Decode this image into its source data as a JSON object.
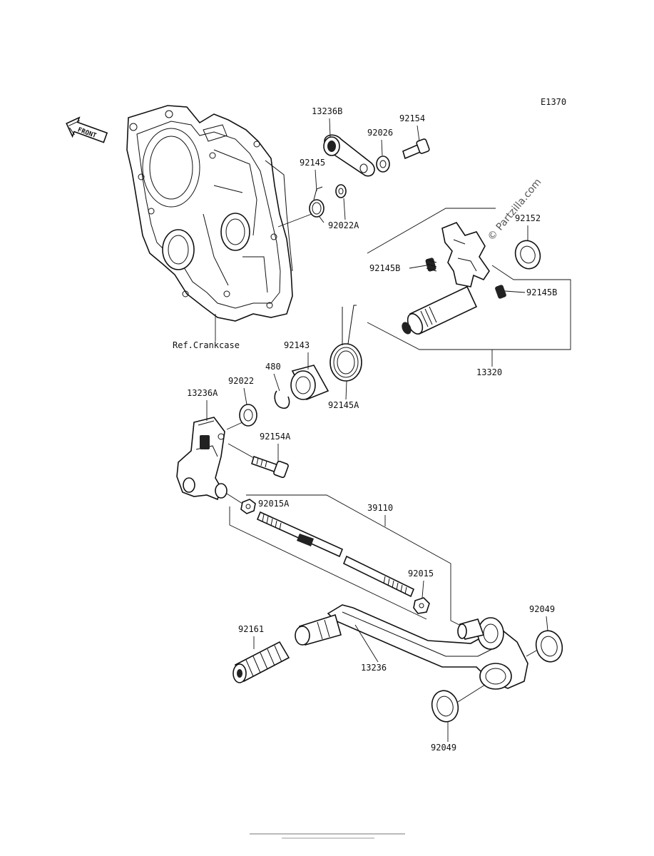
{
  "diagram": {
    "code": "E1370",
    "front_label": "FRONT",
    "watermark": "© Partzilla.com",
    "reference_label": "Ref.Crankcase",
    "part_labels": {
      "p13236B": "13236B",
      "p92026": "92026",
      "p92154": "92154",
      "p92145": "92145",
      "p92022A": "92022A",
      "p92152": "92152",
      "p92145B_left": "92145B",
      "p92145B_right": "92145B",
      "p13320": "13320",
      "p92143": "92143",
      "p480": "480",
      "p92022": "92022",
      "p92145A": "92145A",
      "p13236A": "13236A",
      "p92154A": "92154A",
      "p92015A": "92015A",
      "p39110": "39110",
      "p92015": "92015",
      "p92049_top": "92049",
      "p92161": "92161",
      "p13236": "13236",
      "p92049_bottom": "92049"
    }
  }
}
